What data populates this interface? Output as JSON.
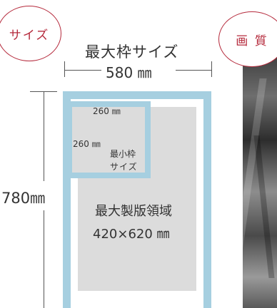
{
  "badges": {
    "size": "サイズ",
    "quality": "画 質"
  },
  "max_frame": {
    "title": "最大枠サイズ",
    "width": "580 ㎜",
    "height": "780㎜"
  },
  "min_frame": {
    "width": "260 ㎜",
    "height": "260 ㎜",
    "label_line1": "最小枠",
    "label_line2": "サイズ"
  },
  "print_area": {
    "title": "最大製版領域",
    "size": "420×620 ㎜"
  },
  "colors": {
    "accent": "#b52a3c",
    "frame": "#a6cfe0",
    "area": "#dcdcdc"
  }
}
